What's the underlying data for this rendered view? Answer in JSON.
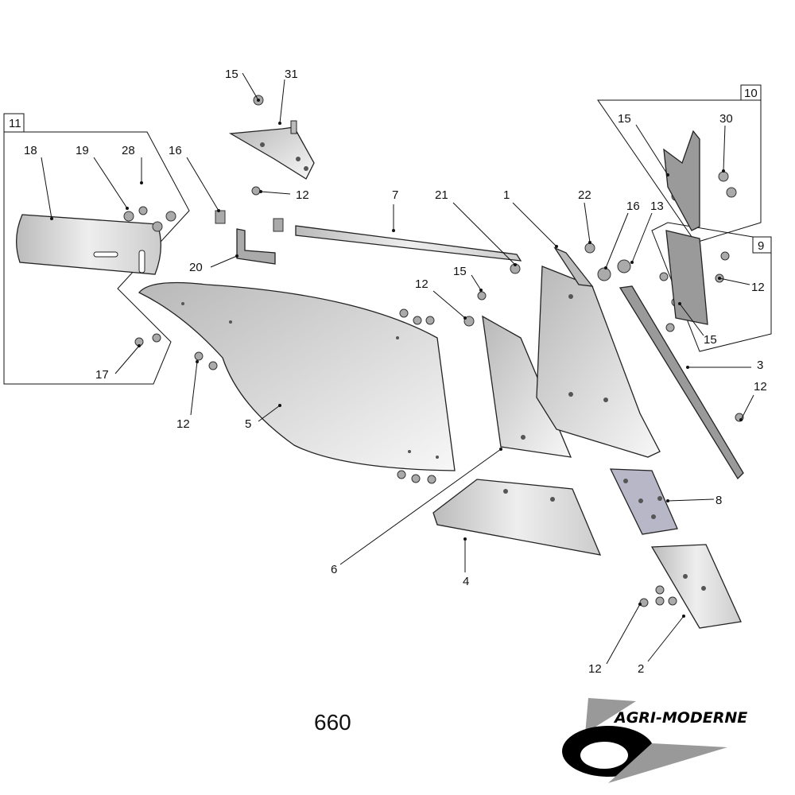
{
  "diagram": {
    "page_number": "660",
    "brand": "AGRI-MODERNE",
    "group_boxes": [
      "11",
      "10",
      "9"
    ],
    "callouts": [
      "15",
      "31",
      "18",
      "19",
      "28",
      "16",
      "12",
      "7",
      "21",
      "1",
      "22",
      "16",
      "13",
      "15",
      "30",
      "12",
      "15",
      "3",
      "12",
      "15",
      "12",
      "20",
      "17",
      "12",
      "5",
      "8",
      "6",
      "4",
      "12",
      "2"
    ],
    "colors": {
      "part_fill": "#e6e6e6",
      "part_dark": "#9a9a9a",
      "line": "#111111"
    }
  }
}
